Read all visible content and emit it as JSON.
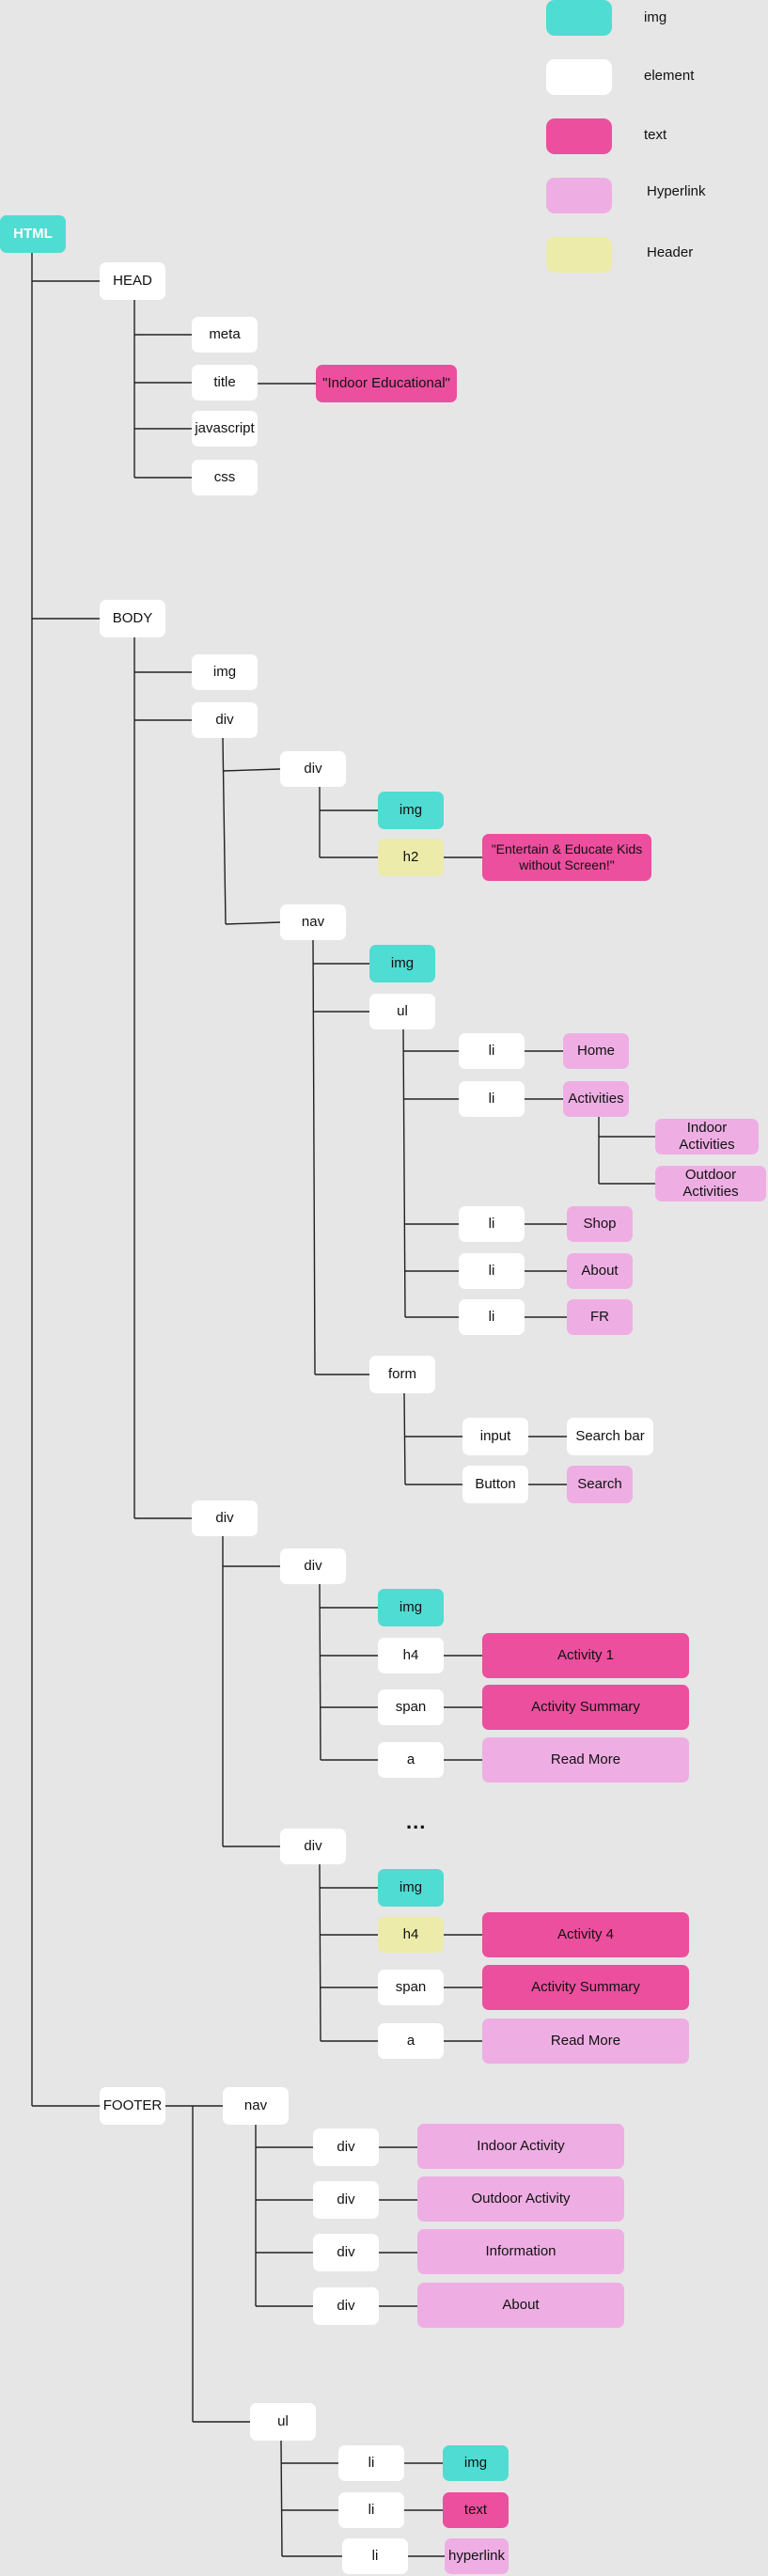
{
  "legend": [
    {
      "key": "img",
      "label": "img"
    },
    {
      "key": "element",
      "label": "element"
    },
    {
      "key": "text",
      "label": "text"
    },
    {
      "key": "hyperlink",
      "label": "Hyperlink"
    },
    {
      "key": "header",
      "label": "Header"
    }
  ],
  "colors": {
    "img": "#4fdcd2",
    "element": "#ffffff",
    "text": "#ec4f9e",
    "hyperlink": "#eeaee3",
    "header": "#ecebaa",
    "background": "#e6e6e6",
    "wire": "#222222"
  },
  "ellipsis": "...",
  "tree": {
    "label": "HTML",
    "type": "root",
    "children": [
      {
        "label": "HEAD",
        "type": "element",
        "children": [
          {
            "label": "meta",
            "type": "element"
          },
          {
            "label": "title",
            "type": "element",
            "children": [
              {
                "label": "\"Indoor Educational\"",
                "type": "text"
              }
            ]
          },
          {
            "label": "javascript",
            "type": "element"
          },
          {
            "label": "css",
            "type": "element"
          }
        ]
      },
      {
        "label": "BODY",
        "type": "element",
        "children": [
          {
            "label": "img",
            "type": "element"
          },
          {
            "label": "div",
            "type": "element",
            "children": [
              {
                "label": "div",
                "type": "element",
                "children": [
                  {
                    "label": "img",
                    "type": "img"
                  },
                  {
                    "label": "h2",
                    "type": "header",
                    "children": [
                      {
                        "label": "\"Entertain & Educate Kids without Screen!\"",
                        "type": "text"
                      }
                    ]
                  }
                ]
              },
              {
                "label": "nav",
                "type": "element",
                "children": [
                  {
                    "label": "img",
                    "type": "img"
                  },
                  {
                    "label": "ul",
                    "type": "element",
                    "children": [
                      {
                        "label": "li",
                        "type": "element",
                        "children": [
                          {
                            "label": "Home",
                            "type": "hyperlink"
                          }
                        ]
                      },
                      {
                        "label": "li",
                        "type": "element",
                        "children": [
                          {
                            "label": "Activities",
                            "type": "hyperlink",
                            "children": [
                              {
                                "label": "Indoor Activities",
                                "type": "hyperlink"
                              },
                              {
                                "label": "Outdoor Activities",
                                "type": "hyperlink"
                              }
                            ]
                          }
                        ]
                      },
                      {
                        "label": "li",
                        "type": "element",
                        "children": [
                          {
                            "label": "Shop",
                            "type": "hyperlink"
                          }
                        ]
                      },
                      {
                        "label": "li",
                        "type": "element",
                        "children": [
                          {
                            "label": "About",
                            "type": "hyperlink"
                          }
                        ]
                      },
                      {
                        "label": "li",
                        "type": "element",
                        "children": [
                          {
                            "label": "FR",
                            "type": "hyperlink"
                          }
                        ]
                      }
                    ]
                  },
                  {
                    "label": "form",
                    "type": "element",
                    "children": [
                      {
                        "label": "input",
                        "type": "element",
                        "children": [
                          {
                            "label": "Search bar",
                            "type": "element"
                          }
                        ]
                      },
                      {
                        "label": "Button",
                        "type": "element",
                        "children": [
                          {
                            "label": "Search",
                            "type": "hyperlink"
                          }
                        ]
                      }
                    ]
                  }
                ]
              }
            ]
          },
          {
            "label": "div",
            "type": "element",
            "children": [
              {
                "label": "div",
                "type": "element",
                "children": [
                  {
                    "label": "img",
                    "type": "img"
                  },
                  {
                    "label": "h4",
                    "type": "element",
                    "children": [
                      {
                        "label": "Activity 1",
                        "type": "text"
                      }
                    ]
                  },
                  {
                    "label": "span",
                    "type": "element",
                    "children": [
                      {
                        "label": "Activity Summary",
                        "type": "text"
                      }
                    ]
                  },
                  {
                    "label": "a",
                    "type": "element",
                    "children": [
                      {
                        "label": "Read More",
                        "type": "hyperlink"
                      }
                    ]
                  }
                ]
              },
              {
                "label": "div",
                "type": "element",
                "children": [
                  {
                    "label": "img",
                    "type": "img"
                  },
                  {
                    "label": "h4",
                    "type": "header",
                    "children": [
                      {
                        "label": "Activity 4",
                        "type": "text"
                      }
                    ]
                  },
                  {
                    "label": "span",
                    "type": "element",
                    "children": [
                      {
                        "label": "Activity Summary",
                        "type": "text"
                      }
                    ]
                  },
                  {
                    "label": "a",
                    "type": "element",
                    "children": [
                      {
                        "label": "Read More",
                        "type": "hyperlink"
                      }
                    ]
                  }
                ]
              }
            ]
          }
        ]
      },
      {
        "label": "FOOTER",
        "type": "element",
        "children": [
          {
            "label": "nav",
            "type": "element",
            "children": [
              {
                "label": "div",
                "type": "element",
                "children": [
                  {
                    "label": "Indoor Activity",
                    "type": "hyperlink"
                  }
                ]
              },
              {
                "label": "div",
                "type": "element",
                "children": [
                  {
                    "label": "Outdoor Activity",
                    "type": "hyperlink"
                  }
                ]
              },
              {
                "label": "div",
                "type": "element",
                "children": [
                  {
                    "label": "Information",
                    "type": "hyperlink"
                  }
                ]
              },
              {
                "label": "div",
                "type": "element",
                "children": [
                  {
                    "label": "About",
                    "type": "hyperlink"
                  }
                ]
              }
            ]
          },
          {
            "label": "ul",
            "type": "element",
            "children": [
              {
                "label": "li",
                "type": "element",
                "children": [
                  {
                    "label": "img",
                    "type": "img"
                  }
                ]
              },
              {
                "label": "li",
                "type": "element",
                "children": [
                  {
                    "label": "text",
                    "type": "text"
                  }
                ]
              },
              {
                "label": "li",
                "type": "element",
                "children": [
                  {
                    "label": "hyperlink",
                    "type": "hyperlink"
                  }
                ]
              }
            ]
          }
        ]
      }
    ]
  }
}
